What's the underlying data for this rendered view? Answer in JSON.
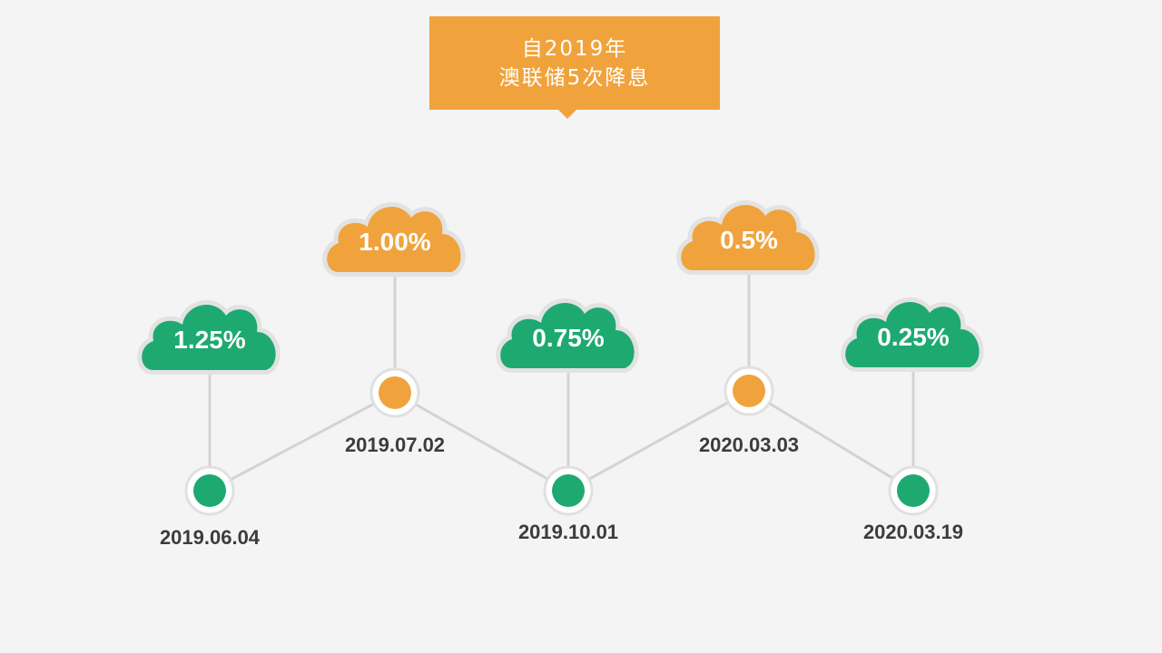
{
  "title": {
    "line1": "自2019年",
    "line2": "澳联储5次降息"
  },
  "colors": {
    "green": "#1ea971",
    "orange": "#f0a33c",
    "line": "#d3d3d3",
    "date_text": "#3c3c3c",
    "background": "#f4f4f4"
  },
  "events": [
    {
      "date": "2019.06.04",
      "rate": "1.25%",
      "color": "green"
    },
    {
      "date": "2019.07.02",
      "rate": "1.00%",
      "color": "orange"
    },
    {
      "date": "2019.10.01",
      "rate": "0.75%",
      "color": "green"
    },
    {
      "date": "2020.03.03",
      "rate": "0.5%",
      "color": "orange"
    },
    {
      "date": "2020.03.19",
      "rate": "0.25%",
      "color": "green"
    }
  ]
}
